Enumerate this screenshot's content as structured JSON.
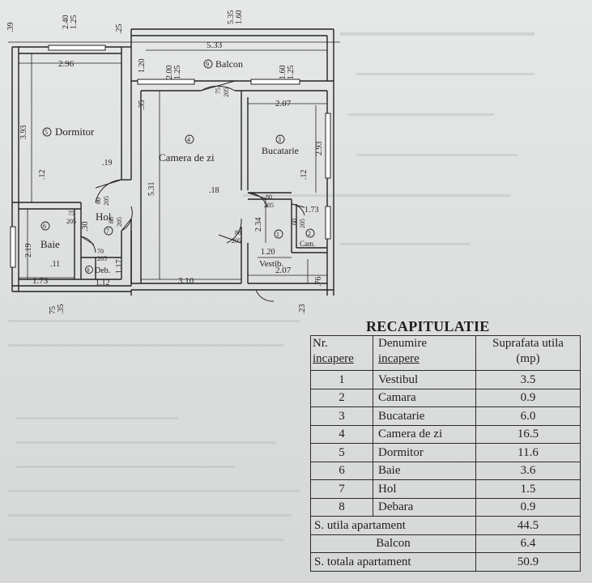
{
  "plan": {
    "dims": {
      "top_39": ".39",
      "top_240": "2.40",
      "top_125": "1.25",
      "top_25": ".25",
      "top_535": "5.35",
      "top_160": "1.60",
      "top_533": "5.33",
      "w_296": "2.96",
      "w_120": "1.20",
      "h_200": "2.00",
      "h_125": "1.25",
      "h_160": "1.60",
      "h_125b": "1.25",
      "d_35": ".35",
      "d_75": "75",
      "d_205a": "205",
      "w_207": "2.07",
      "h_393": "3.93",
      "d_19": ".19",
      "h_531": "5.31",
      "h_293": "2.93",
      "d_12a": ".12",
      "d_12b": ".12",
      "d_12c": ".12",
      "d_18": ".18",
      "d_80": "80",
      "d_205b": "205",
      "d_88": "88",
      "d_205c": "205",
      "d_75b": "75",
      "d_205d": "205",
      "d_30": ".30",
      "d_80b": "80",
      "d_205e": "205",
      "d_73": "1.73",
      "d_60": "60",
      "d_205f": "205",
      "h_234": "2.34",
      "d_88b": "88",
      "d_205g": "205",
      "h_219": "2.19",
      "d_11": ".11",
      "d_70": "70",
      "d_205h": "205",
      "w_120b": "1.20",
      "w_207b": "2.07",
      "d_76": ".76",
      "w_173": "1.73",
      "w_112": "1.12",
      "w_310": "3.10",
      "b_75": "75",
      "b_35": ".35",
      "b_23": ".23",
      "d_173b": "1.73",
      "h_117": "1.17"
    },
    "rooms": {
      "balcon": {
        "num": "9",
        "name": "Balcon"
      },
      "camera": {
        "num": "4",
        "name": "Camera de zi"
      },
      "bucatarie": {
        "num": "3",
        "name": "Bucatarie"
      },
      "dormitor": {
        "num": "5",
        "name": "Dormitor"
      },
      "baie": {
        "num": "6",
        "name": "Baie"
      },
      "hol": {
        "num": "7",
        "name": "Hol"
      },
      "debara": {
        "num": "8",
        "name": "Deb."
      },
      "vestibul": {
        "num": "1",
        "name": "Vestib."
      },
      "camara": {
        "num": "2",
        "name": "Cam."
      }
    }
  },
  "recap": {
    "title": "RECAPITULATIE",
    "headers": {
      "nr": [
        "Nr.",
        "incapere"
      ],
      "denumire": [
        "Denumire",
        "incapere"
      ],
      "suprafata": [
        "Suprafata utila",
        "(mp)"
      ]
    },
    "rows": [
      {
        "nr": "1",
        "name": "Vestibul",
        "area": "3.5"
      },
      {
        "nr": "2",
        "name": "Camara",
        "area": "0.9"
      },
      {
        "nr": "3",
        "name": "Bucatarie",
        "area": "6.0"
      },
      {
        "nr": "4",
        "name": "Camera de zi",
        "area": "16.5"
      },
      {
        "nr": "5",
        "name": "Dormitor",
        "area": "11.6"
      },
      {
        "nr": "6",
        "name": "Baie",
        "area": "3.6"
      },
      {
        "nr": "7",
        "name": "Hol",
        "area": "1.5"
      },
      {
        "nr": "8",
        "name": "Debara",
        "area": "0.9"
      }
    ],
    "totals": {
      "utila_label": "S. utila apartament",
      "utila_value": "44.5",
      "balcon_label": "Balcon",
      "balcon_value": "6.4",
      "totala_label": "S. totala apartament",
      "totala_value": "50.9"
    }
  }
}
